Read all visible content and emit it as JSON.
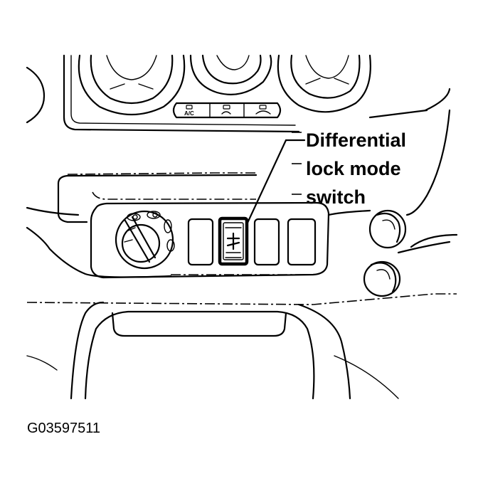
{
  "callout": {
    "lines": [
      "Differential",
      "lock mode",
      "switch"
    ]
  },
  "hvac_buttons": [
    "A/C",
    "",
    ""
  ],
  "figure_id": "G03597511"
}
